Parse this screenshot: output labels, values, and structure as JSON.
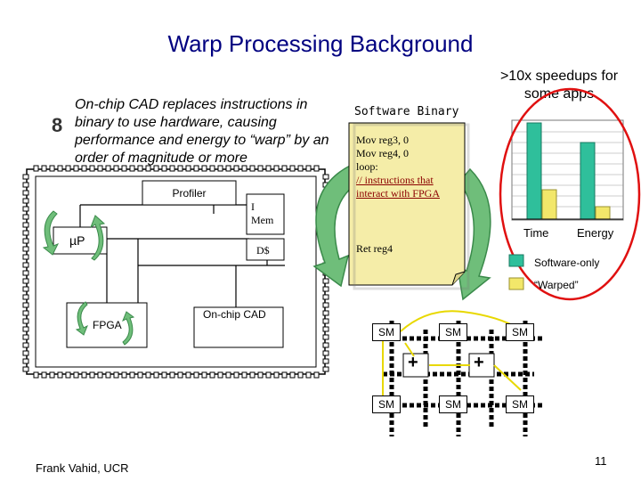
{
  "title": "Warp Processing Background",
  "bullet": {
    "number": "8",
    "text": "On-chip CAD replaces instructions in binary to use hardware, causing performance and energy to “warp” by an order of magnitude or more"
  },
  "speedup_note": ">10x speedups for some apps",
  "software_binary": {
    "label": "Software Binary",
    "code_lines": [
      "Mov reg3, 0",
      "Mov reg4, 0",
      "loop:"
    ],
    "highlight_lines": [
      "// instructions that",
      "interact with FPGA"
    ],
    "last_line": "Ret reg4"
  },
  "chip": {
    "profiler": "Profiler",
    "imem_line1": "I",
    "imem_line2": "Mem",
    "dcache": "D$",
    "processor": "µP",
    "fpga": "FPGA",
    "cad": "On-chip CAD"
  },
  "bar_chart": {
    "categories": [
      "Time",
      "Energy"
    ],
    "legend": [
      {
        "label": "Software-only",
        "color": "#2fbf9b"
      },
      {
        "label": "“Warped”",
        "color": "#f2e76a"
      }
    ]
  },
  "fabric": {
    "sm_label": "SM",
    "plus_label": "+"
  },
  "footer": {
    "author": "Frank Vahid, UCR",
    "page": "11"
  },
  "colors": {
    "title": "#000080",
    "note_fill": "#f5eda8",
    "highlight_text": "#8b0000",
    "arrow_green": "#6fbe7a",
    "oval": "#e01010"
  }
}
